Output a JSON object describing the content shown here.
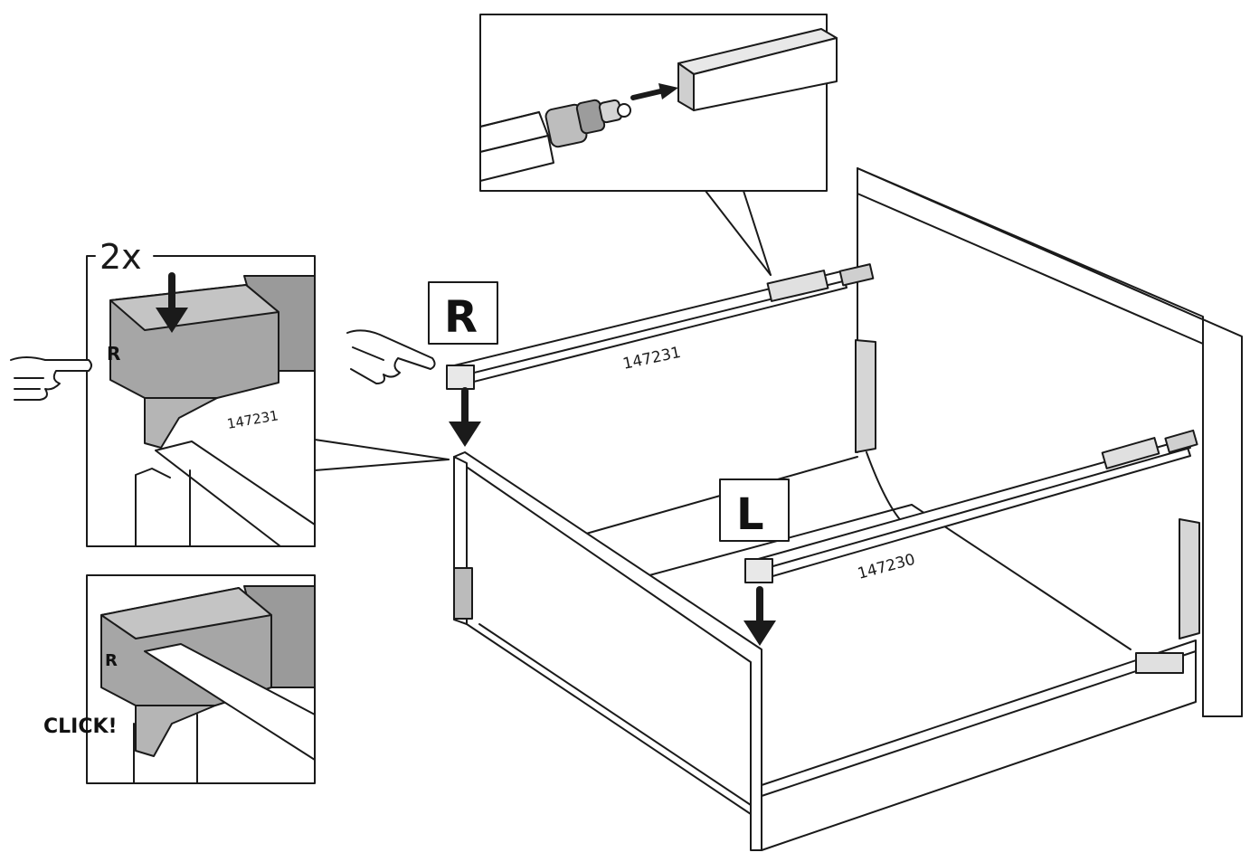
{
  "colors": {
    "line": "#1a1a1a",
    "part_gray": "#a6a6a6",
    "part_light": "#e8e8e8",
    "panel_fill": "#ffffff"
  },
  "quantity": "2x",
  "detail_part_number": "147231",
  "click_text": "CLICK!",
  "rail_right": {
    "side_label": "R",
    "part_number": "147231"
  },
  "rail_left": {
    "side_label": "L",
    "part_number": "147230"
  },
  "clip_mark": "R",
  "icons": [
    "hand-pointing-icon",
    "down-arrow-icon",
    "insert-arrow-icon"
  ]
}
